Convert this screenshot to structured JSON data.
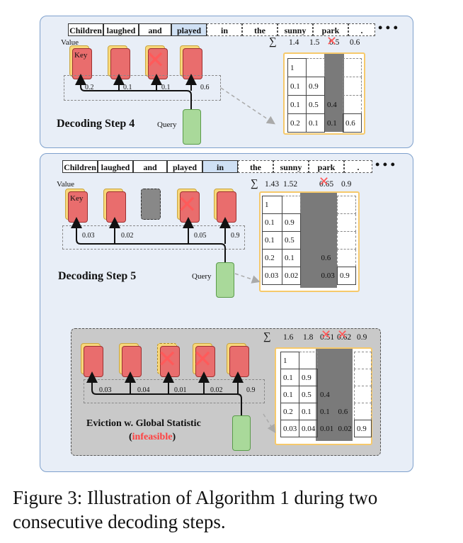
{
  "panel1": {
    "tokens": [
      "Children",
      "laughed",
      "and",
      "played",
      "in",
      "the",
      "sunny",
      "park",
      "."
    ],
    "ellipsis": "• • •",
    "value_label": "Value",
    "key_label": "Key",
    "weights": [
      "0.2",
      "0.1",
      "0.1",
      "0.6"
    ],
    "query_label": "Query",
    "title": "Decoding Step 4",
    "sigma": "∑",
    "sums": [
      "1.4",
      "1.5",
      "0.5",
      "0.6"
    ],
    "matrix": [
      [
        "1",
        "",
        "",
        ""
      ],
      [
        "0.1",
        "0.9",
        "",
        ""
      ],
      [
        "0.1",
        "0.5",
        "0.4",
        ""
      ],
      [
        "0.2",
        "0.1",
        "0.1",
        "0.6"
      ]
    ]
  },
  "panel2": {
    "tokens": [
      "Children",
      "laughed",
      "and",
      "played",
      "in",
      "the",
      "sunny",
      "park",
      "."
    ],
    "ellipsis": "• • •",
    "value_label": "Value",
    "key_label": "Key",
    "weights": [
      "0.03",
      "0.02",
      "0.05",
      "0.9"
    ],
    "query_label": "Query",
    "title": "Decoding Step 5",
    "sigma": "∑",
    "sums": [
      "1.43",
      "1.52",
      "0.65",
      "0.9"
    ],
    "matrix": [
      [
        "1",
        "",
        "",
        "",
        ""
      ],
      [
        "0.1",
        "0.9",
        "",
        "",
        ""
      ],
      [
        "0.1",
        "0.5",
        "",
        "",
        ""
      ],
      [
        "0.2",
        "0.1",
        "",
        "0.6",
        ""
      ],
      [
        "0.03",
        "0.02",
        "",
        "0.03",
        "0.9"
      ]
    ]
  },
  "panel3": {
    "weights": [
      "0.03",
      "0.04",
      "0.01",
      "0.02",
      "0.9"
    ],
    "title_line1": "Eviction w. Global Statistic",
    "title_open": "(",
    "title_red": "infeasible",
    "title_close": ")",
    "sigma": "∑",
    "sums": [
      "1.6",
      "1.8",
      "0.51",
      "0.62",
      "0.9"
    ],
    "matrix": [
      [
        "1",
        "",
        "",
        "",
        ""
      ],
      [
        "0.1",
        "0.9",
        "",
        "",
        ""
      ],
      [
        "0.1",
        "0.5",
        "0.4",
        "",
        ""
      ],
      [
        "0.2",
        "0.1",
        "0.1",
        "0.6",
        ""
      ],
      [
        "0.03",
        "0.04",
        "0.01",
        "0.02",
        "0.9"
      ]
    ]
  },
  "caption": "Figure 3: Illustration of Algorithm 1 during two consecutive decoding steps.",
  "colors": {
    "key": "#e96d6d",
    "value": "#f8d77a",
    "query": "#a9d99a",
    "panel": "#e8eef7",
    "evict": "#ff5a5a"
  }
}
